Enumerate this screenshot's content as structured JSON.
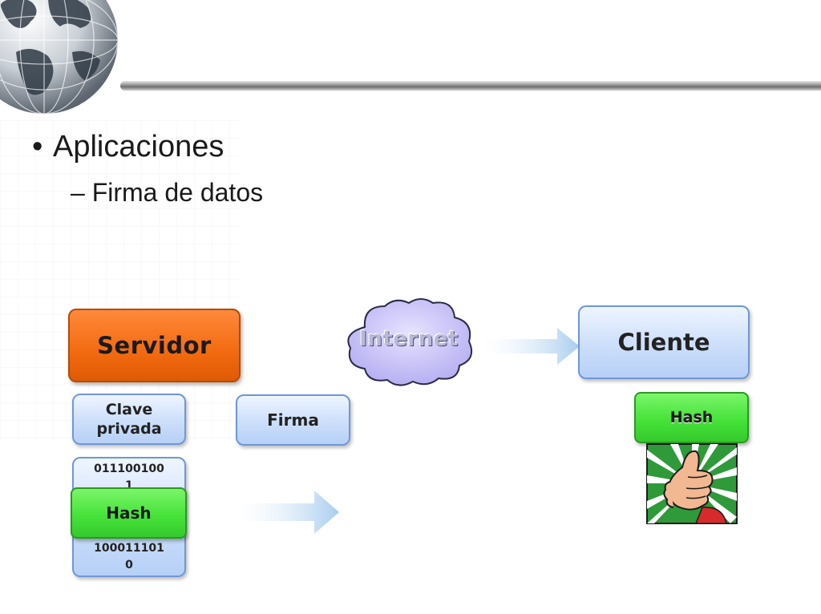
{
  "slide": {
    "bullet_main": "Aplicaciones",
    "bullet_sub": "Firma de datos"
  },
  "diagram": {
    "servidor": "Servidor",
    "internet": "Internet",
    "cliente": "Cliente",
    "clave_line1": "Clave",
    "clave_line2": "privada",
    "firma": "Firma",
    "hash_client": "Hash",
    "hash_server": "Hash",
    "bits": [
      "011100100",
      "1",
      "1",
      "100011101",
      "0"
    ]
  },
  "colors": {
    "server_box": "#f26a10",
    "hash_box": "#46e33a",
    "blue_box": "#cfe0fb"
  },
  "icons": {
    "globe": "globe-icon",
    "cloud": "cloud-icon",
    "thumbs_up": "thumbs-up-icon",
    "arrow": "arrow-right-icon"
  }
}
